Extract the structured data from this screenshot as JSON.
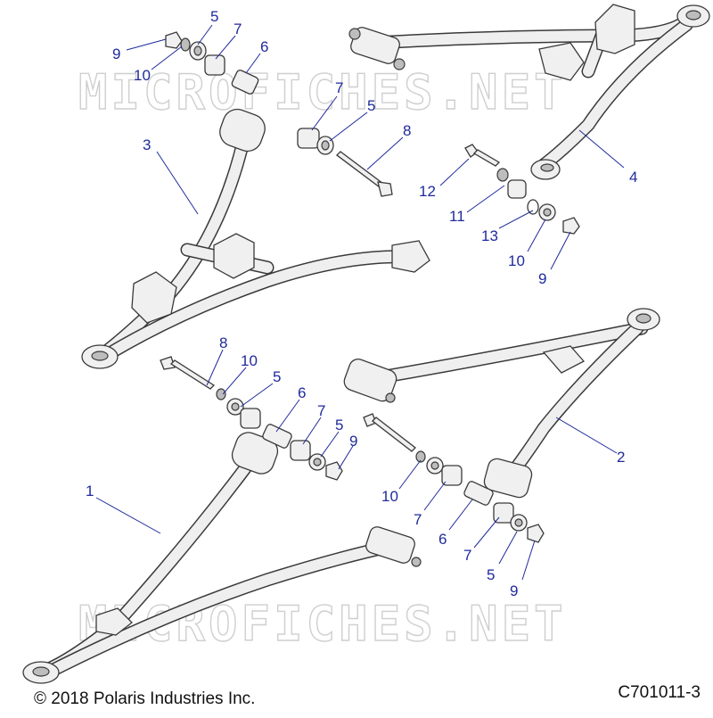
{
  "watermark": {
    "text": "MICROFICHES.NET"
  },
  "footer": {
    "copyright": "© 2018 Polaris Industries Inc.",
    "diagram_code": "C701011-3"
  },
  "callouts": [
    {
      "id": "c9a",
      "label": "9"
    },
    {
      "id": "c10a",
      "label": "10"
    },
    {
      "id": "c5a",
      "label": "5"
    },
    {
      "id": "c7a",
      "label": "7"
    },
    {
      "id": "c6a",
      "label": "6"
    },
    {
      "id": "c3",
      "label": "3"
    },
    {
      "id": "c7b",
      "label": "7"
    },
    {
      "id": "c5b",
      "label": "5"
    },
    {
      "id": "c8a",
      "label": "8"
    },
    {
      "id": "c4",
      "label": "4"
    },
    {
      "id": "c12",
      "label": "12"
    },
    {
      "id": "c11",
      "label": "11"
    },
    {
      "id": "c13",
      "label": "13"
    },
    {
      "id": "c10b",
      "label": "10"
    },
    {
      "id": "c9b",
      "label": "9"
    },
    {
      "id": "c8b",
      "label": "8"
    },
    {
      "id": "c10c",
      "label": "10"
    },
    {
      "id": "c5c",
      "label": "5"
    },
    {
      "id": "c6b",
      "label": "6"
    },
    {
      "id": "c7c",
      "label": "7"
    },
    {
      "id": "c5d",
      "label": "5"
    },
    {
      "id": "c9c",
      "label": "9"
    },
    {
      "id": "c2",
      "label": "2"
    },
    {
      "id": "c1",
      "label": "1"
    },
    {
      "id": "c10d",
      "label": "10"
    },
    {
      "id": "c7d",
      "label": "7"
    },
    {
      "id": "c6c",
      "label": "6"
    },
    {
      "id": "c7e",
      "label": "7"
    },
    {
      "id": "c5e",
      "label": "5"
    },
    {
      "id": "c9d",
      "label": "9"
    }
  ]
}
